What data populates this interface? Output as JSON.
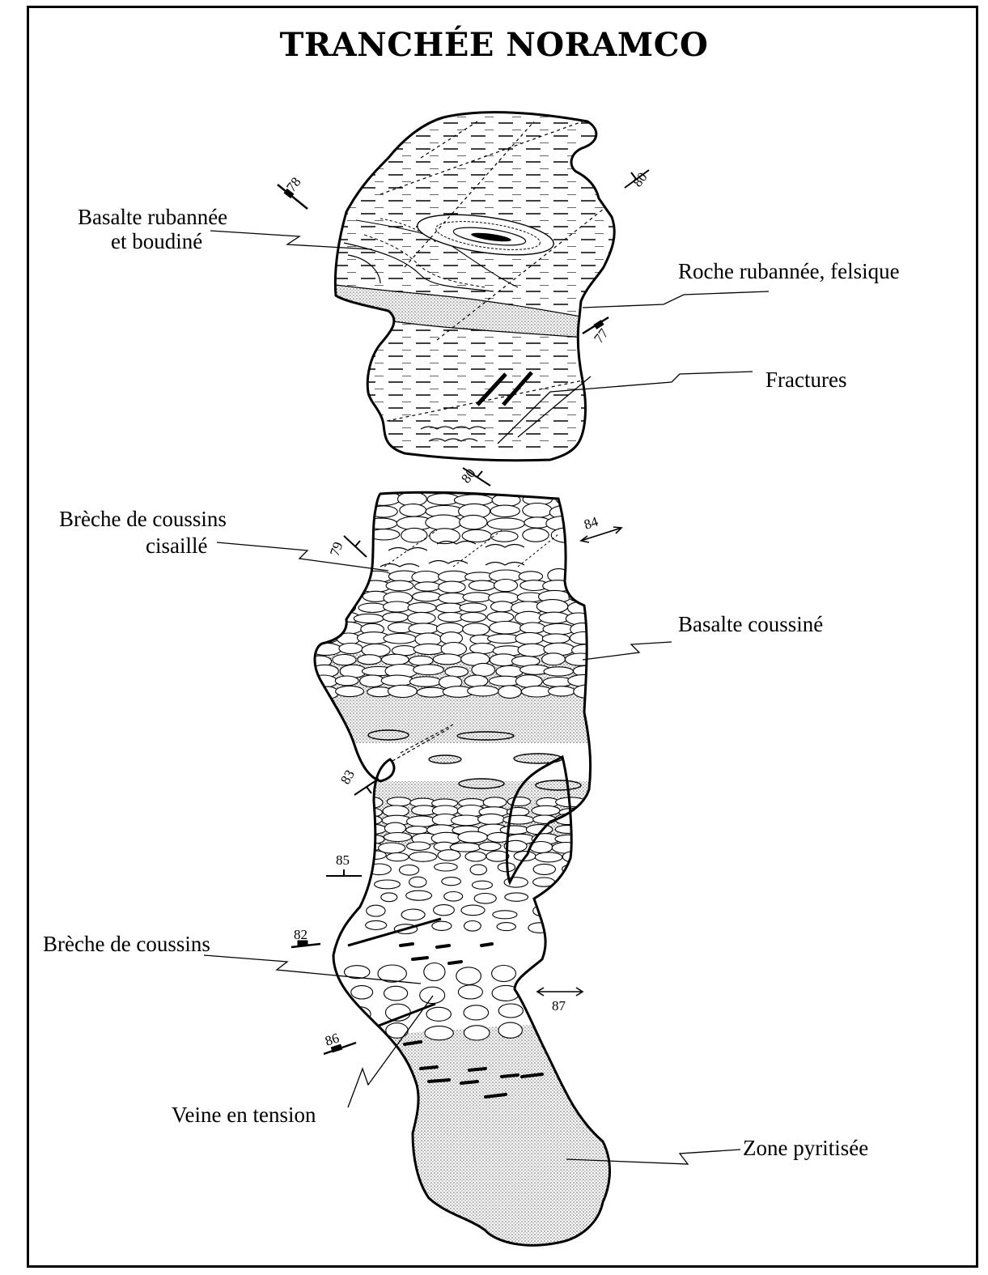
{
  "title": "TRANCHÉE NORAMCO",
  "labels": {
    "basalte_rubannee_1": "Basalte rubannée",
    "basalte_rubannee_2": "et boudiné",
    "roche_rubannee": "Roche rubannée,  felsique",
    "fractures": "Fractures",
    "breche_cisaille_1": "Brèche de coussins",
    "breche_cisaille_2": "cisaillé",
    "basalte_coussine": "Basalte coussiné",
    "breche_coussins": "Brèche de coussins",
    "veine_tension": "Veine en tension",
    "zone_pyritisee": "Zone pyritisée"
  },
  "measurements": {
    "m78": "78",
    "m80_top": "80",
    "m77": "77",
    "m80_mid": "80",
    "m79": "79",
    "m84": "84",
    "m83": "83",
    "m85": "85",
    "m82": "82",
    "m86": "86",
    "m87": "87"
  },
  "colors": {
    "ink": "#000000",
    "stipple": "#d9d9d9",
    "paper": "#ffffff"
  }
}
